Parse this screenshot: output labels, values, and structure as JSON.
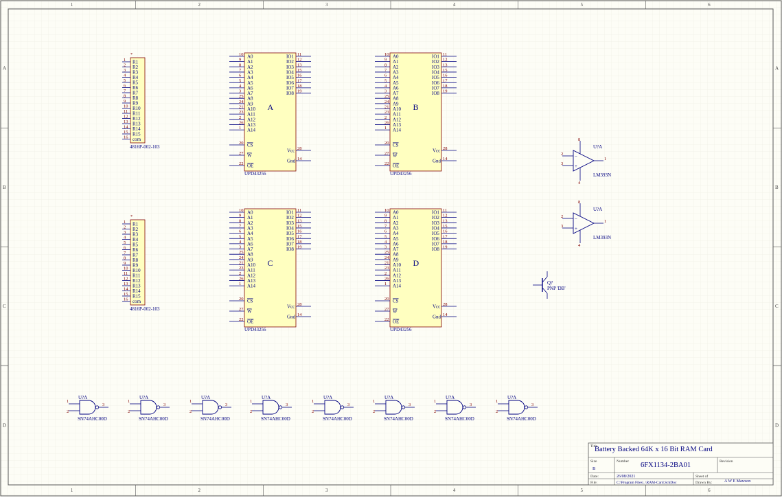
{
  "zones": {
    "columns": [
      "1",
      "2",
      "3",
      "4",
      "5",
      "6"
    ],
    "rows": [
      "A",
      "B",
      "C",
      "D"
    ]
  },
  "colors": {
    "body": "#ffffc0",
    "outline": "#800000",
    "wire": "#000080",
    "pin_text": "#800000",
    "label": "#000080"
  },
  "resistor_networks": [
    {
      "pins": [
        "1",
        "2",
        "3",
        "4",
        "5",
        "6",
        "7",
        "8",
        "9",
        "10",
        "11",
        "12",
        "13",
        "14",
        "15",
        "16"
      ],
      "labels": [
        "R1",
        "R2",
        "R3",
        "R4",
        "R5",
        "R6",
        "R7",
        "R8",
        "R9",
        "R10",
        "R11",
        "R12",
        "R13",
        "R14",
        "R15",
        "com"
      ],
      "marker": "*",
      "part": "4816P-002-103"
    },
    {
      "pins": [
        "1",
        "2",
        "3",
        "4",
        "5",
        "6",
        "7",
        "8",
        "9",
        "10",
        "11",
        "12",
        "13",
        "14",
        "15",
        "16"
      ],
      "labels": [
        "R1",
        "R2",
        "R3",
        "R4",
        "R5",
        "R6",
        "R7",
        "R8",
        "R9",
        "R10",
        "R11",
        "R12",
        "R13",
        "R14",
        "R15",
        "com"
      ],
      "marker": "*",
      "part": "4816P-002-103"
    }
  ],
  "rams": [
    {
      "name": "A",
      "part": "UPD43256"
    },
    {
      "name": "B",
      "part": "UPD43256"
    },
    {
      "name": "C",
      "part": "UPD43256"
    },
    {
      "name": "D",
      "part": "UPD43256"
    }
  ],
  "ram_pins": {
    "address_labels": [
      "A0",
      "A1",
      "A2",
      "A3",
      "A4",
      "A5",
      "A6",
      "A7",
      "A8",
      "A9",
      "A10",
      "A11",
      "A12",
      "A13",
      "A14"
    ],
    "address_pins": [
      "10",
      "9",
      "8",
      "7",
      "6",
      "5",
      "4",
      "3",
      "25",
      "24",
      "21",
      "23",
      "2",
      "26",
      "1"
    ],
    "io_labels": [
      "IO1",
      "IO2",
      "IO3",
      "IO4",
      "IO5",
      "IO6",
      "IO7",
      "IO8"
    ],
    "io_pins": [
      "11",
      "12",
      "13",
      "15",
      "16",
      "17",
      "18",
      "19"
    ],
    "control_labels": [
      "CS",
      "W",
      "OE"
    ],
    "control_pins": [
      "20",
      "27",
      "22"
    ],
    "power_labels": [
      "Vcc",
      "Gnd"
    ],
    "power_pins": [
      "28",
      "14"
    ]
  },
  "comparators": [
    {
      "designator": "U?A",
      "part": "LM393N",
      "pins": [
        "2",
        "3",
        "1",
        "8",
        "4"
      ],
      "minus": "−",
      "plus": "+"
    },
    {
      "designator": "U?A",
      "part": "LM393N",
      "pins": [
        "2",
        "3",
        "1",
        "8",
        "4"
      ],
      "minus": "−",
      "plus": "+"
    }
  ],
  "transistor": {
    "designator": "Q?",
    "part": "PNP 'DB'"
  },
  "nand_gates": [
    {
      "designator": "U?A",
      "part": "SN74AHC00D",
      "pins": [
        "1",
        "2",
        "3"
      ]
    },
    {
      "designator": "U?A",
      "part": "SN74AHC00D",
      "pins": [
        "1",
        "2",
        "3"
      ]
    },
    {
      "designator": "U?A",
      "part": "SN74AHC00D",
      "pins": [
        "1",
        "2",
        "3"
      ]
    },
    {
      "designator": "U?A",
      "part": "SN74AHC00D",
      "pins": [
        "1",
        "2",
        "3"
      ]
    },
    {
      "designator": "U?A",
      "part": "SN74AHC00D",
      "pins": [
        "1",
        "2",
        "3"
      ]
    },
    {
      "designator": "U?A",
      "part": "SN74AHC00D",
      "pins": [
        "1",
        "2",
        "3"
      ]
    },
    {
      "designator": "U?A",
      "part": "SN74AHC00D",
      "pins": [
        "1",
        "2",
        "3"
      ]
    },
    {
      "designator": "U?A",
      "part": "SN74AHC00D",
      "pins": [
        "1",
        "2",
        "3"
      ]
    }
  ],
  "title_block": {
    "title_label": "Title",
    "title": "Battery Backed 64K x 16 Bit RAM Card",
    "size_label": "Size",
    "size": "B",
    "number_label": "Number",
    "number": "6FX1134-2BA01",
    "revision_label": "Revision",
    "date_label": "Date:",
    "date": "26/08/2021",
    "sheet_label": "Sheet   of",
    "file_label": "File:",
    "file": "C:\\Program Files\\..\\RAM-Card.SchDoc",
    "drawn_by_label": "Drawn By:",
    "drawn_by": "A W E Mawson"
  }
}
